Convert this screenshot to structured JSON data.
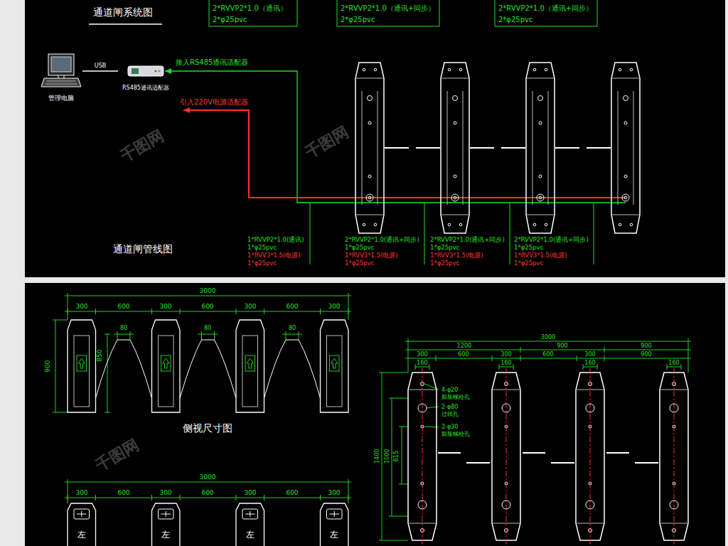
{
  "diagram": {
    "title": "通道闸系统图",
    "nodes": [
      {
        "text": [
          "管理电脑"
        ]
      },
      {
        "text": [
          "RS485通讯适配器"
        ]
      }
    ],
    "edges": [
      {
        "from": 0,
        "to": 1,
        "label": "USB",
        "arrow": "none"
      }
    ],
    "labels": [
      "2*RVVP2*1.0（通讯）",
      "2*φ25pvc",
      "2*RVVP2*1.0（通讯+同步）",
      "2*φ25pvc",
      "2*RVVP2*1.0（通讯+同步）",
      "2*φ25pvc",
      "接入RS485通讯适配器",
      "引入220V电源适配器",
      "通道闸管线图",
      "1*RVVP2*1.0(通讯)",
      "1*φ25pvc",
      "1*RVV3*1.5(电源)",
      "1*φ25pvc",
      "2*RVVP2*1.0(通讯+同步)",
      "1*φ25pvc",
      "1*RVV3*1.5(电源)",
      "1*φ25pvc",
      "2*RVVP2*1.0(通讯+同步)",
      "1*φ25pvc",
      "1*RVV3*1.5(电源)",
      "1*φ25pvc",
      "2*RVVP2*1.0(通讯+同步)",
      "1*φ25pvc",
      "1*RVV3*1.5(电源)",
      "1*φ25pvc",
      "3000",
      "300",
      "600",
      "300",
      "600",
      "300",
      "600",
      "300",
      "80",
      "80",
      "80",
      "900",
      "850",
      "侧视尺寸图",
      "3000",
      "300",
      "600",
      "300",
      "600",
      "300",
      "600",
      "300",
      "左",
      "左",
      "左",
      "左",
      "3000",
      "1200",
      "900",
      "900",
      "300",
      "600",
      "300",
      "600",
      "300",
      "900",
      "160",
      "160",
      "160",
      "160",
      "4-φ20",
      "膨胀螺栓孔",
      "2-φ80",
      "过线孔",
      "2-φ30",
      "膨胀螺栓孔",
      "1400",
      "1000",
      "615",
      "千图网",
      "千图网",
      "千图网"
    ]
  }
}
